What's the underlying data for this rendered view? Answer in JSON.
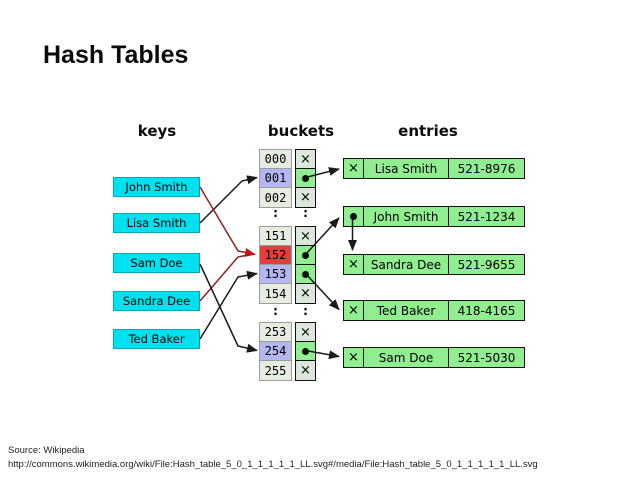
{
  "slide": {
    "title": "Hash Tables",
    "source_line1": "Source: Wikipedia",
    "source_line2": "http://commons.wikimedia.org/wiki/File:Hash_table_5_0_1_1_1_1_1_LL.svg#/media/File:Hash_table_5_0_1_1_1_1_1_LL.svg"
  },
  "diagram": {
    "headers": {
      "keys": "keys",
      "buckets": "buckets",
      "entries": "entries"
    },
    "symbols": {
      "empty": "×",
      "ellipsis": ":"
    },
    "keys": [
      {
        "label": "John Smith",
        "hashes_to": "152"
      },
      {
        "label": "Lisa Smith",
        "hashes_to": "001"
      },
      {
        "label": "Sam Doe",
        "hashes_to": "254"
      },
      {
        "label": "Sandra Dee",
        "hashes_to": "152"
      },
      {
        "label": "Ted Baker",
        "hashes_to": "153"
      }
    ],
    "bucket_rows": [
      {
        "type": "cell",
        "index": "000",
        "slot": "empty",
        "highlight": "none"
      },
      {
        "type": "cell",
        "index": "001",
        "slot": "pointer",
        "highlight": "purple",
        "points_to": "Lisa Smith"
      },
      {
        "type": "cell",
        "index": "002",
        "slot": "empty",
        "highlight": "none"
      },
      {
        "type": "ellipsis"
      },
      {
        "type": "cell",
        "index": "151",
        "slot": "empty",
        "highlight": "none"
      },
      {
        "type": "cell",
        "index": "152",
        "slot": "pointer",
        "highlight": "red",
        "points_to": "John Smith"
      },
      {
        "type": "cell",
        "index": "153",
        "slot": "pointer",
        "highlight": "purple",
        "points_to": "Ted Baker"
      },
      {
        "type": "cell",
        "index": "154",
        "slot": "empty",
        "highlight": "none"
      },
      {
        "type": "ellipsis"
      },
      {
        "type": "cell",
        "index": "253",
        "slot": "empty",
        "highlight": "none"
      },
      {
        "type": "cell",
        "index": "254",
        "slot": "pointer",
        "highlight": "purple",
        "points_to": "Sam Doe"
      },
      {
        "type": "cell",
        "index": "255",
        "slot": "empty",
        "highlight": "none"
      }
    ],
    "entries": [
      {
        "name": "Lisa Smith",
        "phone": "521-8976",
        "head": "empty"
      },
      {
        "name": "John Smith",
        "phone": "521-1234",
        "head": "pointer",
        "points_to": "Sandra Dee"
      },
      {
        "name": "Sandra Dee",
        "phone": "521-9655",
        "head": "empty"
      },
      {
        "name": "Ted Baker",
        "phone": "418-4165",
        "head": "empty"
      },
      {
        "name": "Sam Doe",
        "phone": "521-5030",
        "head": "empty"
      }
    ],
    "colors": {
      "key_fill": "#00e1f0",
      "bucket_fill": "#e6ece2",
      "bucket_highlight": "#b5b5f2",
      "bucket_collision": "#e63c3c",
      "slot_empty_fill": "#dde6da",
      "slot_pointer_fill": "#90ee90",
      "entry_fill": "#90ee90",
      "link_color": "#1a1a1a",
      "collision_link_color": "#8b2323",
      "collision_arrow_color": "#cc1111"
    }
  }
}
